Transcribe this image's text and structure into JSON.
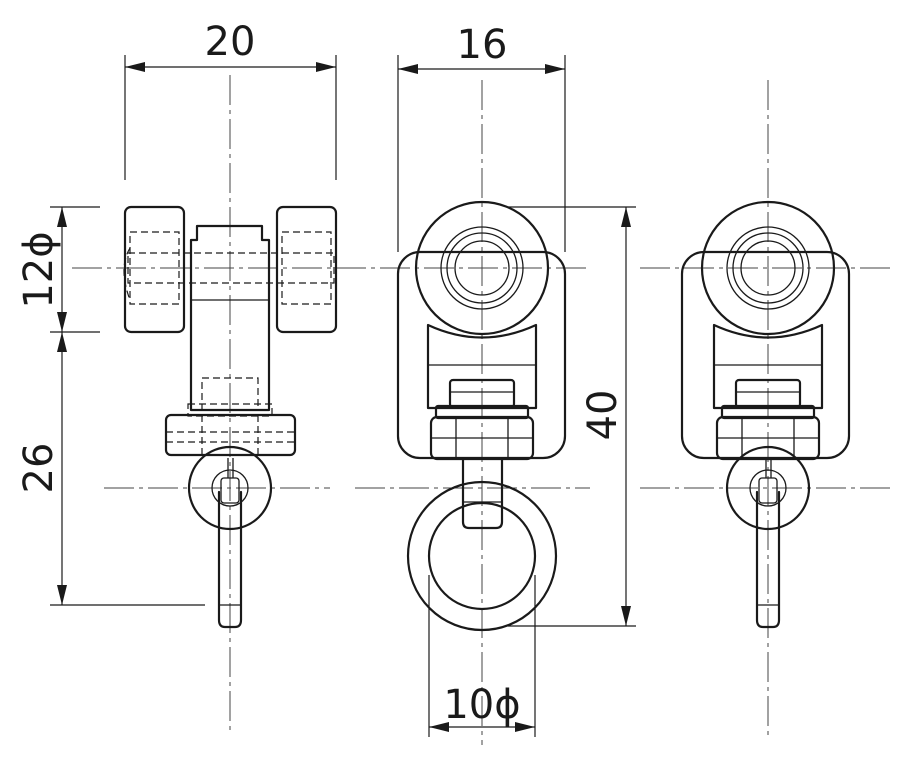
{
  "dimensions": {
    "roller_width": "20",
    "body_width": "16",
    "roller_diameter": "12ϕ",
    "hook_height": "26",
    "overall_height": "40",
    "ring_diameter": "10ϕ"
  }
}
